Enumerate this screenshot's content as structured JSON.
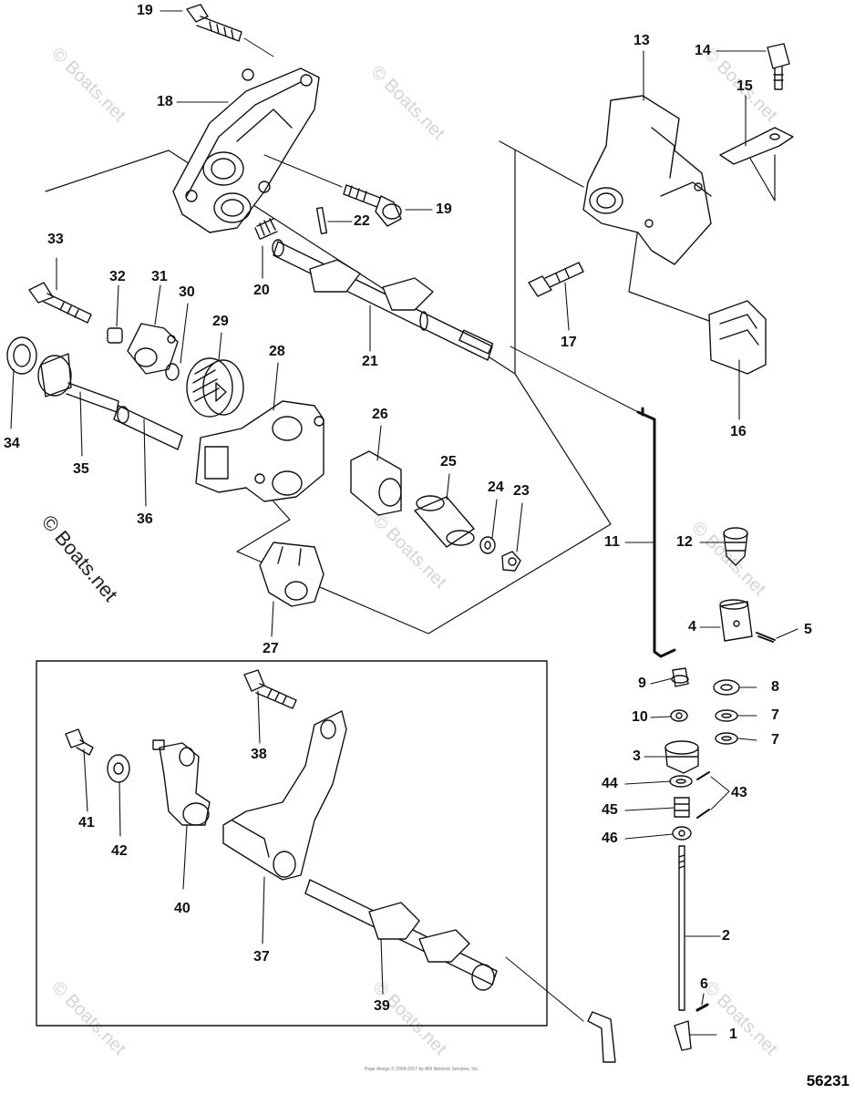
{
  "diagram": {
    "id_label": "56231",
    "watermark": "© Boats.net",
    "footer": "Page design © 2004-2017 by ARI Network Services, Inc.",
    "callouts": [
      "1",
      "2",
      "3",
      "4",
      "5",
      "6",
      "7",
      "7",
      "8",
      "9",
      "10",
      "11",
      "12",
      "13",
      "14",
      "15",
      "16",
      "17",
      "18",
      "19",
      "19",
      "20",
      "21",
      "22",
      "23",
      "24",
      "25",
      "26",
      "27",
      "28",
      "29",
      "30",
      "31",
      "32",
      "33",
      "34",
      "35",
      "36",
      "37",
      "38",
      "39",
      "40",
      "41",
      "42",
      "43",
      "44",
      "45",
      "46"
    ]
  }
}
